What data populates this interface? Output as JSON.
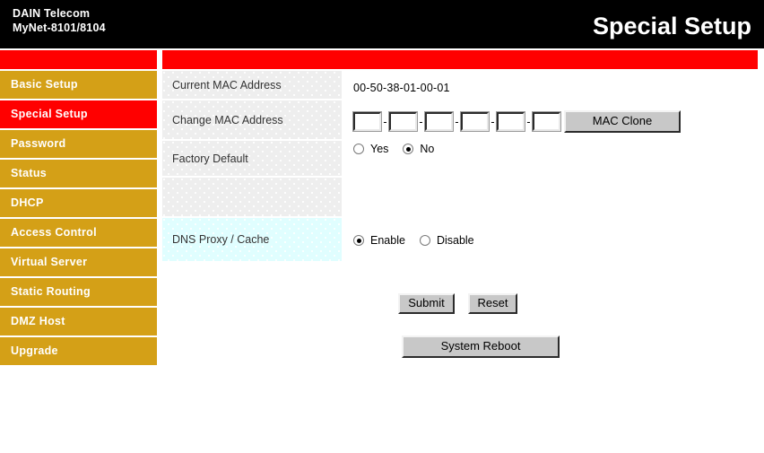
{
  "header": {
    "brand_line1": "DAIN Telecom",
    "brand_line2": "MyNet-8101/8104",
    "page_title": "Special Setup",
    "bar_color": "#ff0000",
    "bg_color": "#000000"
  },
  "sidebar": {
    "active_index": 1,
    "item_color": "#d4a017",
    "active_color": "#ff0000",
    "items": [
      {
        "label": "Basic  Setup"
      },
      {
        "label": "Special Setup"
      },
      {
        "label": "Password"
      },
      {
        "label": "Status"
      },
      {
        "label": "DHCP"
      },
      {
        "label": "Access Control"
      },
      {
        "label": "Virtual Server"
      },
      {
        "label": "Static Routing"
      },
      {
        "label": "DMZ Host"
      },
      {
        "label": "Upgrade"
      }
    ]
  },
  "labels": {
    "current_mac": "Current MAC Address",
    "change_mac": "Change MAC Address",
    "factory_default": "Factory Default",
    "blank": "",
    "dns_proxy": "DNS Proxy / Cache"
  },
  "content": {
    "current_mac_value": "00-50-38-01-00-01",
    "mac_separator": "-",
    "mac_fields": [
      {
        "value": "",
        "placeholder": ""
      },
      {
        "value": "",
        "placeholder": ""
      },
      {
        "value": "",
        "placeholder": ""
      },
      {
        "value": "",
        "placeholder": ""
      },
      {
        "value": "",
        "placeholder": ""
      },
      {
        "value": "",
        "placeholder": ""
      }
    ],
    "mac_clone_label": "MAC Clone",
    "factory_default_options": [
      {
        "label": "Yes",
        "checked": false
      },
      {
        "label": "No",
        "checked": true
      }
    ],
    "dns_proxy_options": [
      {
        "label": "Enable",
        "checked": true
      },
      {
        "label": "Disable",
        "checked": false
      }
    ],
    "submit_label": "Submit",
    "reset_label": "Reset",
    "system_reboot_label": "System Reboot"
  }
}
